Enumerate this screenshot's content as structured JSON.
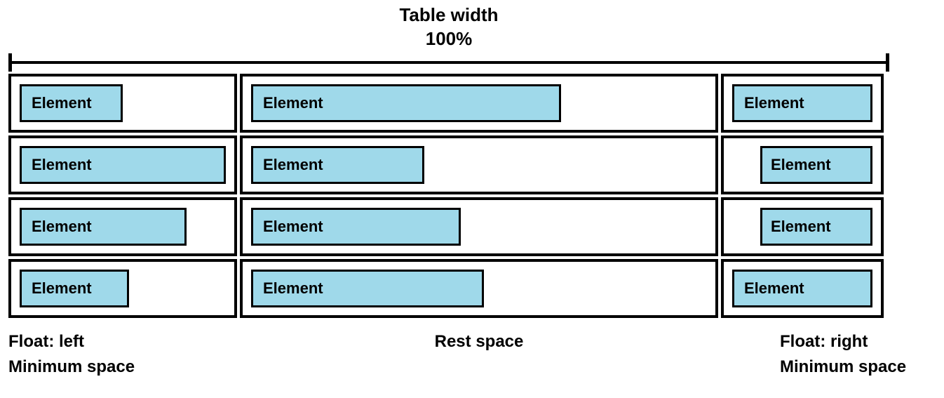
{
  "title": {
    "line1": "Table width",
    "line2": "100%"
  },
  "table": {
    "element_label": "Element",
    "columns": [
      "float-left-column",
      "rest-space-column",
      "float-right-column"
    ],
    "rows": [
      {
        "cells": [
          {
            "align": "left",
            "width_pct": 50
          },
          {
            "align": "left",
            "width_pct": 68
          },
          {
            "align": "left",
            "width_pct": 100
          }
        ]
      },
      {
        "cells": [
          {
            "align": "left",
            "width_pct": 100
          },
          {
            "align": "left",
            "width_pct": 38
          },
          {
            "align": "right",
            "width_pct": 80
          }
        ]
      },
      {
        "cells": [
          {
            "align": "left",
            "width_pct": 81
          },
          {
            "align": "left",
            "width_pct": 46
          },
          {
            "align": "right",
            "width_pct": 80
          }
        ]
      },
      {
        "cells": [
          {
            "align": "left",
            "width_pct": 53
          },
          {
            "align": "left",
            "width_pct": 51
          },
          {
            "align": "left",
            "width_pct": 100
          }
        ]
      }
    ]
  },
  "footer": {
    "left": [
      "Float: left",
      "Minimum space"
    ],
    "center": "Rest space",
    "right": [
      "Float: right",
      "Minimum space"
    ]
  },
  "colors": {
    "element_fill": "#9FD9EA",
    "border": "#000000"
  }
}
